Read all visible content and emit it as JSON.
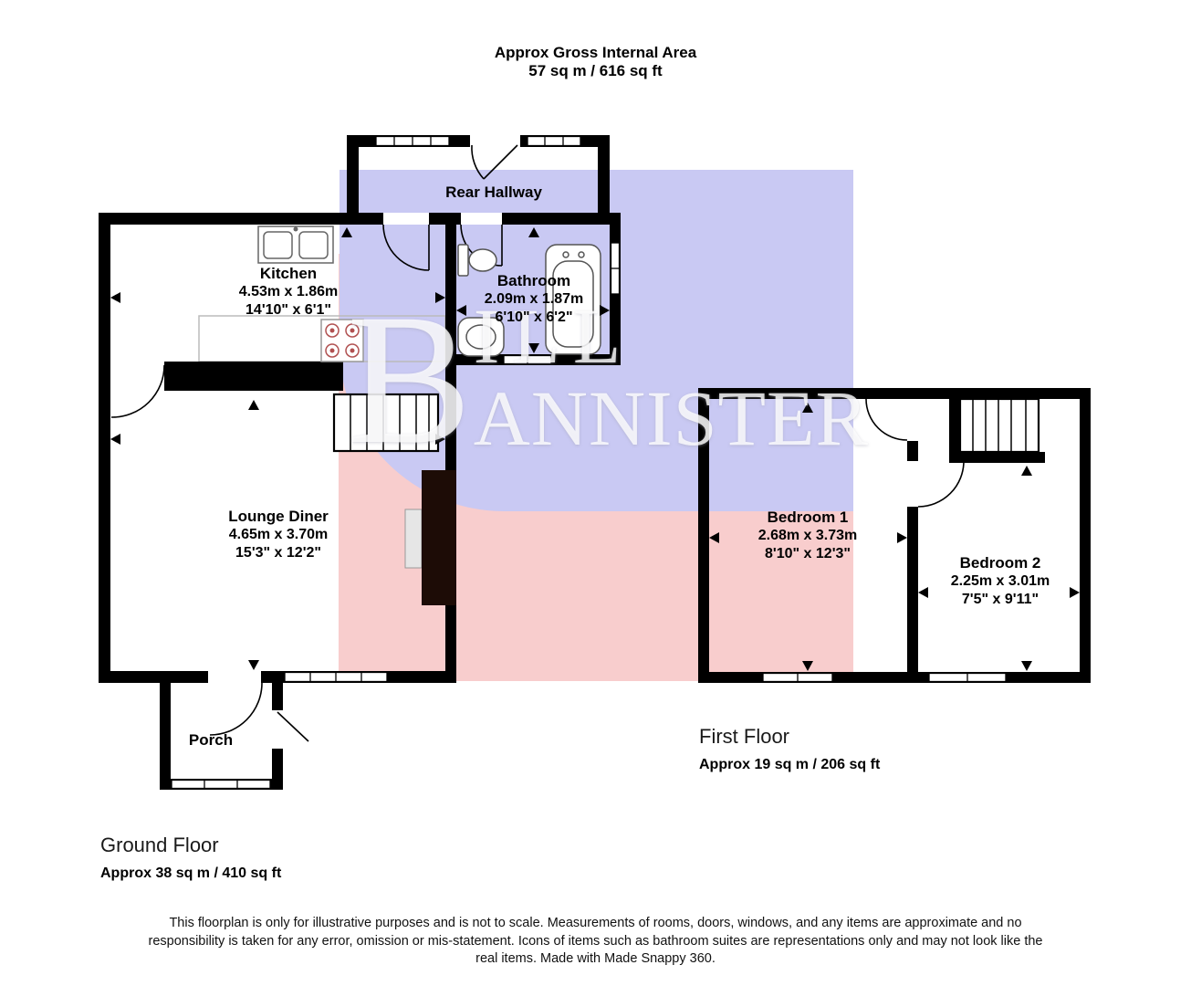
{
  "header": {
    "line1": "Approx Gross Internal Area",
    "line2": "57 sq m / 616 sq ft"
  },
  "watermark": {
    "initial": "B",
    "top": "ILL",
    "bottom": "ANNISTER"
  },
  "rooms": {
    "rear_hallway": {
      "name": "Rear Hallway"
    },
    "kitchen": {
      "name": "Kitchen",
      "metric": "4.53m x 1.86m",
      "imperial": "14'10\" x 6'1\""
    },
    "bathroom": {
      "name": "Bathroom",
      "metric": "2.09m x 1.87m",
      "imperial": "6'10\" x 6'2\""
    },
    "lounge_diner": {
      "name": "Lounge Diner",
      "metric": "4.65m x 3.70m",
      "imperial": "15'3\" x 12'2\""
    },
    "porch": {
      "name": "Porch"
    },
    "bedroom1": {
      "name": "Bedroom 1",
      "metric": "2.68m x 3.73m",
      "imperial": "8'10\" x 12'3\""
    },
    "bedroom2": {
      "name": "Bedroom 2",
      "metric": "2.25m x 3.01m",
      "imperial": "7'5\" x 9'11\""
    }
  },
  "floors": {
    "ground": {
      "title": "Ground Floor",
      "area": "Approx 38 sq m / 410 sq ft"
    },
    "first": {
      "title": "First Floor",
      "area": "Approx 19 sq m / 206 sq ft"
    }
  },
  "disclaimer": "This floorplan is only for illustrative purposes and is not to scale. Measurements of rooms, doors, windows, and any items are approximate and no responsibility is taken for any error, omission or mis-statement. Icons of items such as bathroom suites are representations only and may not look like the real items. Made with Made Snappy 360.",
  "icons": [
    "kitchen-sink",
    "stove",
    "toilet",
    "pedestal-sink",
    "bathtub",
    "stairs",
    "fireplace",
    "window",
    "door-swing",
    "measure-arrow"
  ],
  "colors": {
    "wall": "#000000",
    "overlay_blue": "#c9c9f3",
    "overlay_pink": "#f8cdcd",
    "fireplace": "#1d0c06"
  }
}
